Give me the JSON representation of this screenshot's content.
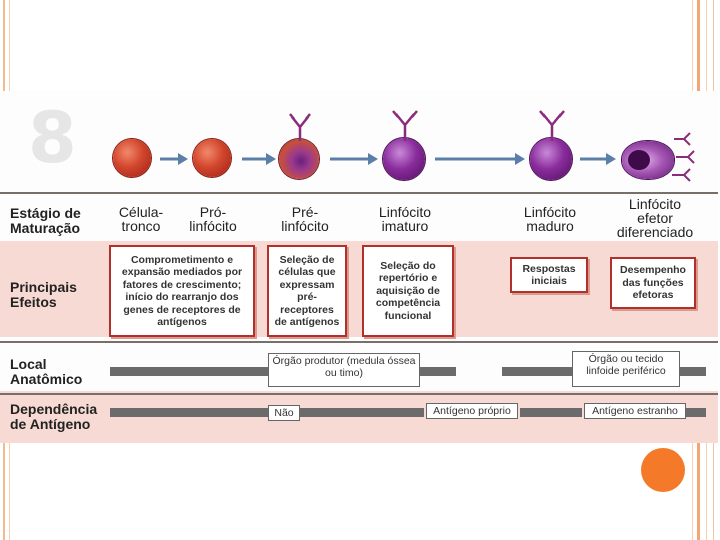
{
  "figure": {
    "number": "8",
    "row_labels": {
      "stage": "Estágio de\nMaturação",
      "effects": "Principais\nEfeitos",
      "location": "Local\nAnatômico",
      "dependence": "Dependência\nde Antígeno"
    },
    "stages": [
      "Célula-\ntronco",
      "Pró-\nlinfócito",
      "Pré-\nlinfócito",
      "Linfócito\nimaturo",
      "Linfócito\nmaduro",
      "Linfócito\nefetor\ndiferenciado"
    ],
    "effects": [
      "Comprometimento e expansão mediados por fatores de crescimento; início do rearranjo dos genes de receptores de antígenos",
      "Seleção de células que expressam pré-receptores de antígenos",
      "Seleção do repertório e aquisição de competência funcional",
      "Respostas iniciais",
      "Desempenho das funções efetoras"
    ],
    "locations": [
      "Órgão produtor (medula óssea ou timo)",
      "Órgão ou tecido linfoide periférico"
    ],
    "dependence": [
      "Não",
      "Antígeno próprio",
      "Antígeno estranho"
    ],
    "colors": {
      "box_border": "#b3302a",
      "effects_row": "#f6dad3",
      "dependence_row": "#f6dad3",
      "frame_accent": "#f47a2a"
    }
  }
}
